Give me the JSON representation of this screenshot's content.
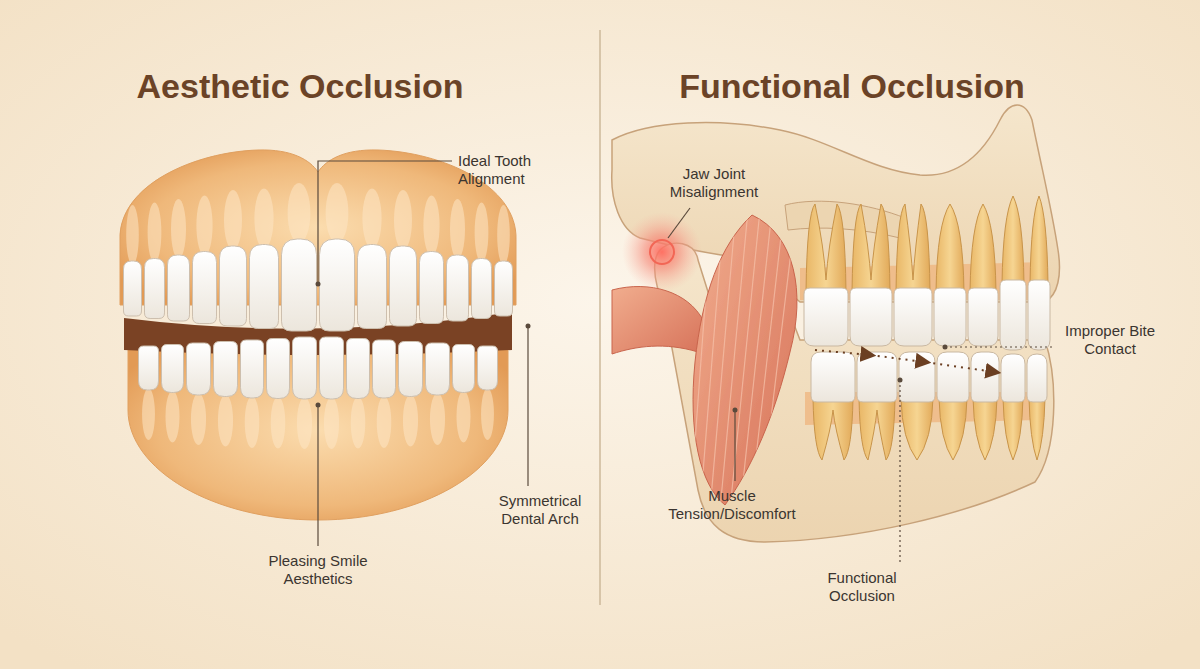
{
  "diagram": {
    "labels": [
      "Aesthetic Occlusion",
      "Functional Occlusion",
      "Ideal Tooth Alignment",
      "Symmetrical Dental Arch",
      "Pleasing Smile Aesthetics",
      "Jaw Joint Misalignment",
      "Improper Bite Contact",
      "Muscle Tension/Discomfort",
      "Functional Occlusion"
    ]
  }
}
